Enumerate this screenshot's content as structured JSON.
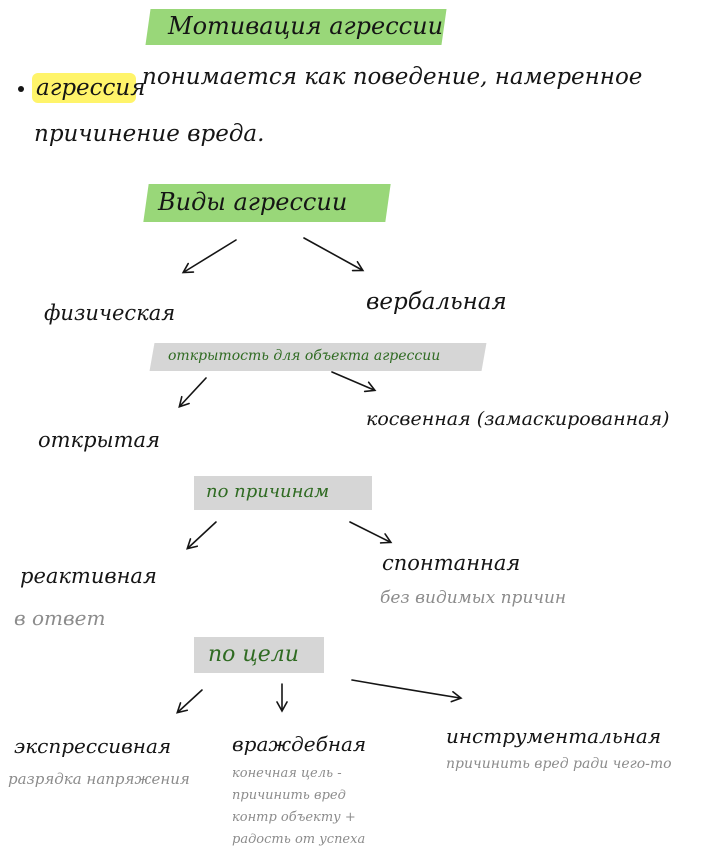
{
  "title": "Мотивация агрессии",
  "definition": {
    "term": "агрессия",
    "line1_rest": "понимается как поведение, намеренное",
    "line2": "причинение вреда."
  },
  "types": {
    "heading": "Виды агрессии",
    "physical": "физическая",
    "verbal": "вербальная"
  },
  "openness": {
    "heading": "открытость для объекта агрессии",
    "open": "открытая",
    "indirect": "косвенная (замаскированная)"
  },
  "causes": {
    "heading": "по причинам",
    "reactive": "реактивная",
    "reactive_note": "в ответ",
    "spontaneous": "спонтанная",
    "spontaneous_note": "без видимых причин"
  },
  "goals": {
    "heading": "по цели",
    "expressive": "экспрессивная",
    "expressive_note": "разрядка напряжения",
    "hostile": "враждебная",
    "hostile_note": [
      "конечная цель -",
      "причинить вред",
      "контр объекту +",
      "радость от успеха"
    ],
    "instrumental": "инструментальная",
    "instrumental_note": "причинить вред ради чего-то"
  },
  "colors": {
    "highlight_green": "#8ed36a",
    "highlight_gray": "#d6d6d6",
    "highlight_yellow": "#fff46a",
    "ink": "#151515",
    "green_ink": "#2f6b22",
    "gray_ink": "#8c8c8c"
  }
}
